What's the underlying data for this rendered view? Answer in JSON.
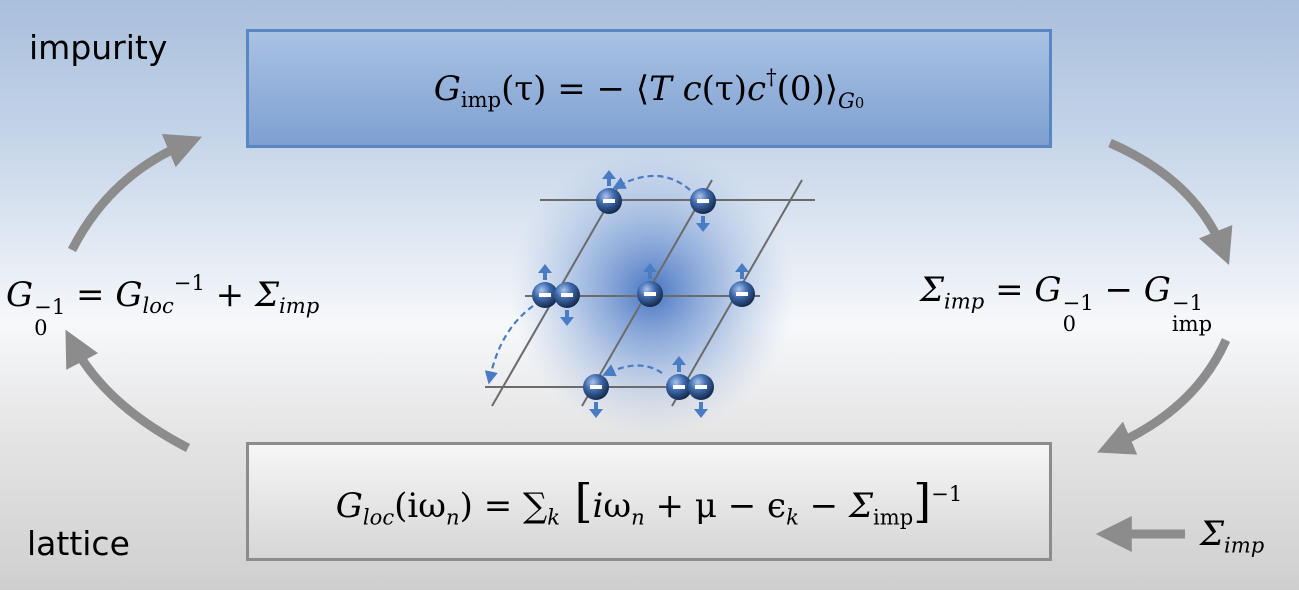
{
  "labels": {
    "impurity": "impurity",
    "lattice": "lattice"
  },
  "impurity_equation": {
    "lhs_symbol": "G",
    "lhs_sub": "imp",
    "lhs_arg": "(τ) = − ⟨",
    "operator_t": "T",
    "body_c1": " c",
    "body_arg1": "(τ)",
    "body_c2": "c",
    "dagger": "†",
    "body_arg2": "(0)⟩",
    "bath_symbol": "G",
    "bath_sub": "0"
  },
  "lattice_equation": {
    "lhs_symbol": "G",
    "lhs_sub": "loc",
    "lhs_arg": "(iω",
    "lhs_arg_sub": "n",
    "equals_sum": ") = ∑",
    "sum_sub": "k",
    "bracket_open": " [",
    "term_i": "i",
    "term_omega": "ω",
    "term_omega_sub": "n",
    "term_rest": " + μ − ϵ",
    "term_eps_sub": "k",
    "term_minus_sigma": " − Σ",
    "term_sigma_sub": "imp",
    "bracket_close": "]",
    "exponent": "−1"
  },
  "left_equation": {
    "bath_symbol": "G",
    "bath_sup": "−1",
    "bath_sub": "0",
    "equals": " = ",
    "g_symbol": "G",
    "g_sub": "loc",
    "g_sup": "−1",
    "plus": " + ",
    "sigma": "Σ",
    "sigma_sub": "imp"
  },
  "right_equation": {
    "sigma": "Σ",
    "sigma_sub": "imp",
    "equals": " = ",
    "bath_symbol": "G",
    "bath_sup": "−1",
    "bath_sub": "0",
    "minus": " − ",
    "g_symbol": "G",
    "g_sup": "−1",
    "g_sub": "imp"
  },
  "input_label": {
    "sigma": "Σ",
    "sigma_sub": "imp"
  },
  "colors": {
    "impurity_fill": "#7ea0d1",
    "impurity_border": "#5a86c4",
    "lattice_fill": "#d6d6d6",
    "lattice_border": "#8c8c8c",
    "arrow": "#8c8c8c",
    "electron": "#2c4f84",
    "spin_arrow": "#4a7cc4"
  }
}
